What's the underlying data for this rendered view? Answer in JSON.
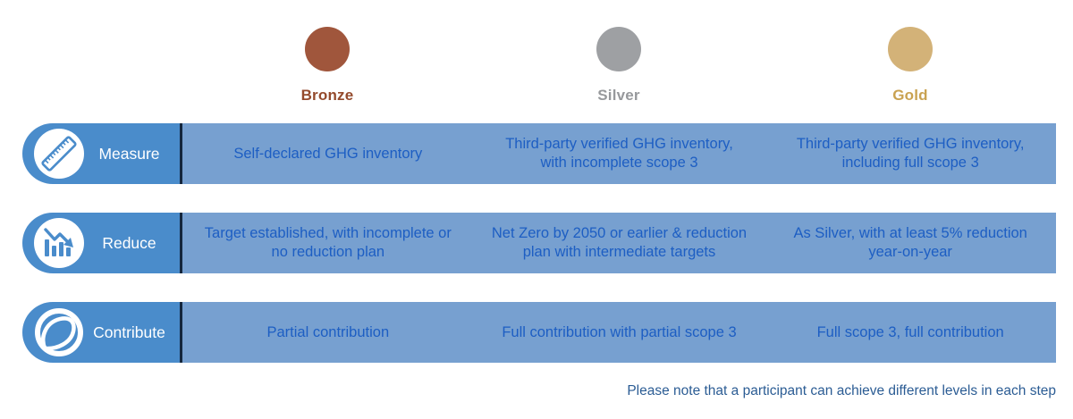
{
  "levels": [
    {
      "id": "bronze",
      "label": "Bronze",
      "circle_color": "#A0563C",
      "label_color": "#944A2C"
    },
    {
      "id": "silver",
      "label": "Silver",
      "circle_color": "#9EA0A3",
      "label_color": "#97999C"
    },
    {
      "id": "gold",
      "label": "Gold",
      "circle_color": "#D3B278",
      "label_color": "#C9A251"
    }
  ],
  "rows": [
    {
      "id": "measure",
      "label": "Measure",
      "icon": "ruler-icon",
      "cells": [
        "Self-declared GHG inventory",
        "Third-party verified GHG inventory, with incomplete scope 3",
        "Third-party verified GHG inventory, including full scope 3"
      ]
    },
    {
      "id": "reduce",
      "label": "Reduce",
      "icon": "declining-chart-icon",
      "cells": [
        "Target established, with incomplete or no reduction plan",
        "Net Zero by 2050 or earlier & reduction plan with intermediate targets",
        "As Silver, with at least 5% reduction year-on-year"
      ]
    },
    {
      "id": "contribute",
      "label": "Contribute",
      "icon": "leaf-icon",
      "cells": [
        "Partial contribution",
        "Full contribution with partial scope 3",
        "Full scope 3, full contribution"
      ]
    }
  ],
  "footnote": "Please note that a participant can achieve different levels in each step",
  "colors": {
    "row_header_blue": "#4A8CCB",
    "row_band_blue": "#77A0D0",
    "cell_text_blue": "#1D5EC3",
    "divider_dark": "#14263D",
    "footnote_blue": "#2B5C94"
  }
}
